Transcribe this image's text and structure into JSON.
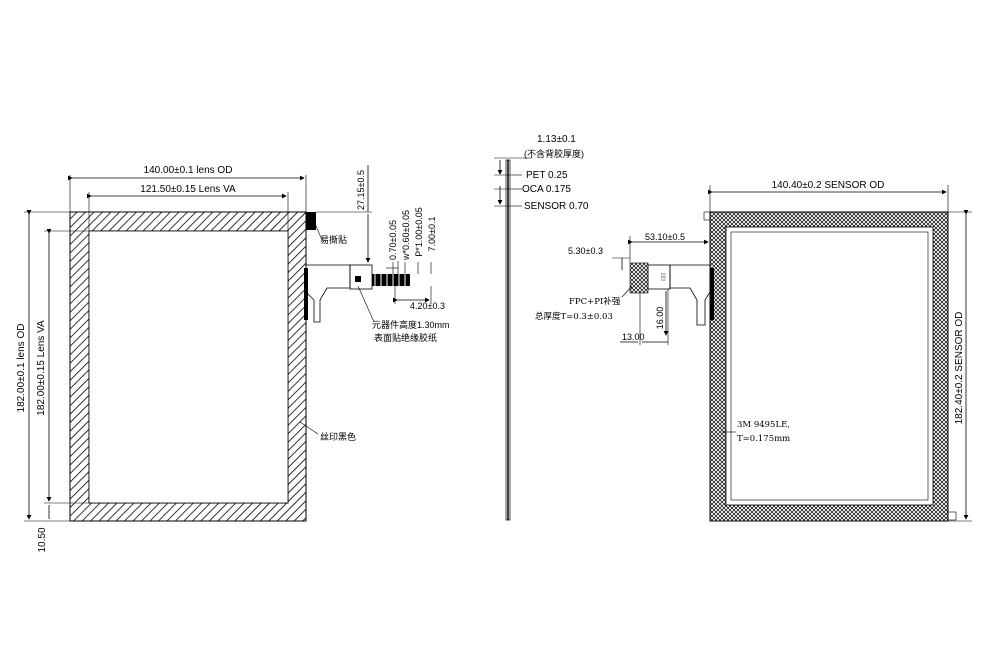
{
  "front_view": {
    "dim_lens_od_width": "140.00±0.1 lens OD",
    "dim_lens_va_width": "121.50±0.15 Lens VA",
    "dim_lens_od_height": "182.00±0.1 lens OD",
    "dim_lens_va_height": "182.00±0.15 Lens VA",
    "dim_bottom_offset": "10.50",
    "dim_fpc_offset": "27.15±0.5",
    "dim_070": "0.70±0.05",
    "dim_w060": "w*0.60±0.05",
    "dim_p100": "P*1.00±0.05",
    "dim_700": "7.00±0.1",
    "dim_420": "4.20±0.3",
    "note_marker": "易撕贴",
    "note_component_line1": "元器件高度1.30mm",
    "note_component_line2": "表面贴绝缘胶纸",
    "note_silkscreen": "丝印黑色"
  },
  "side_view": {
    "total_thickness": "1.13±0.1",
    "total_note": "(不含背胶厚度)",
    "layers": [
      "PET 0.25",
      "OCA 0.175",
      "SENSOR 0.70"
    ]
  },
  "rear_view": {
    "dim_sensor_od_width": "140.40±0.2  SENSOR OD",
    "dim_sensor_od_height": "182.40±0.2  SENSOR OD",
    "dim_5310": "53.10±0.5",
    "dim_530": "5.30±0.3",
    "dim_1600": "16.00",
    "dim_1300": "13.00",
    "note_fpc_line1": "FPC+PI补强",
    "note_fpc_line2": "总厚度T=0.3±0.03",
    "note_tape_line1": "3M 9495LE,",
    "note_tape_line2": "T=0.175mm"
  }
}
